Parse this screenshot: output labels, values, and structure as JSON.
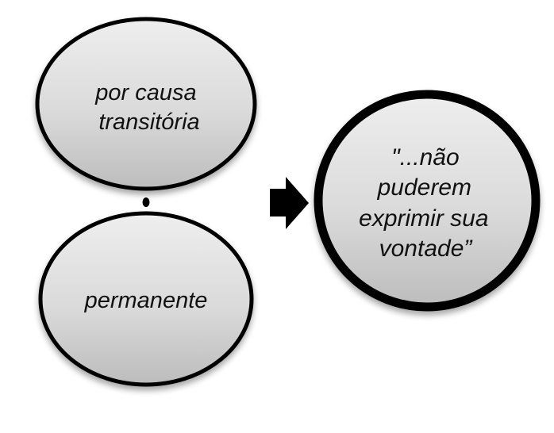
{
  "diagram": {
    "nodes": [
      {
        "id": "cause-transient",
        "lines": [
          "por causa",
          "transitória"
        ]
      },
      {
        "id": "cause-permanent",
        "lines": [
          "permanente"
        ]
      },
      {
        "id": "result-quote",
        "lines": [
          "\"...não",
          "puderem",
          "exprimir sua",
          "vontade”"
        ]
      }
    ],
    "connector": {
      "from": "cause-transient",
      "to": "cause-permanent",
      "shape": "dot"
    },
    "arrow": {
      "from": [
        "cause-transient",
        "cause-permanent"
      ],
      "to": "result-quote",
      "icon": "right-arrow-icon"
    }
  },
  "colors": {
    "stroke": "#000000",
    "fill_top": "#ececec",
    "fill_bottom": "#bcbcbc",
    "text": "#111111",
    "background": "#ffffff"
  }
}
